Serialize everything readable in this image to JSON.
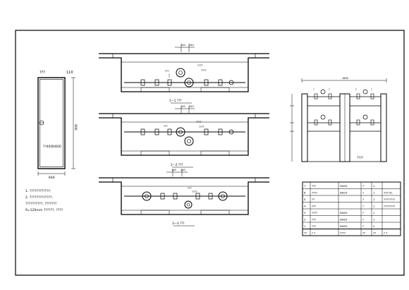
{
  "door_box": {
    "title": "???",
    "dim_side": "110",
    "dim_height": "900",
    "dim_bottom": "640",
    "label": "??40(B)600"
  },
  "sections": {
    "s1": {
      "caption": "1—1 ???",
      "dim_a": "100",
      "dim_b": "240",
      "tag_a": "???",
      "tag_b": "????",
      "tag_c": "????"
    },
    "s2": {
      "caption": "2—2 ???",
      "dim_a": "100",
      "dim_b": "240",
      "tag_a": "???",
      "tag_b": "????",
      "tag_c": "????"
    },
    "s3": {
      "caption": "3—3 ???",
      "dim_a": "100",
      "dim_b": "240",
      "tag_a": "???",
      "tag_b": "????"
    }
  },
  "notes": {
    "n1": "1. ????????????,",
    "n2": "2. ?????????????,",
    "n3": "   ??????????, ???????",
    "n4": "   δ=120mm    ??????, ????"
  },
  "riser": {
    "caption": "????",
    "dim_top": "1600",
    "tags": [
      "?",
      "?",
      "?",
      "?"
    ]
  },
  "table": {
    "rows": [
      {
        "no": "7",
        "name": "???",
        "spec": "DN25",
        "unit": "?",
        "qty": "1",
        "remark": ""
      },
      {
        "no": "6",
        "name": "????",
        "spec": "DN15",
        "unit": "?",
        "qty": "1",
        "remark": "T1T-5L"
      },
      {
        "no": "5",
        "name": "??",
        "spec": "",
        "unit": "?",
        "qty": "1",
        "remark": "????????"
      },
      {
        "no": "4",
        "name": "???",
        "spec": "",
        "unit": "?",
        "qty": "1",
        "remark": "????????"
      },
      {
        "no": "3",
        "name": "????",
        "spec": "DN25",
        "unit": "?",
        "qty": "1",
        "remark": ""
      },
      {
        "no": "2",
        "name": "???",
        "spec": "DN25",
        "unit": "?",
        "qty": "1",
        "remark": ""
      },
      {
        "no": "1",
        "name": "???",
        "spec": "DN25",
        "unit": "?",
        "qty": "2",
        "remark": ""
      }
    ],
    "header": {
      "no": "??",
      "name": "?  ?",
      "spec": "????",
      "unit": "??",
      "qty": "??",
      "remark": "?  ?"
    }
  }
}
